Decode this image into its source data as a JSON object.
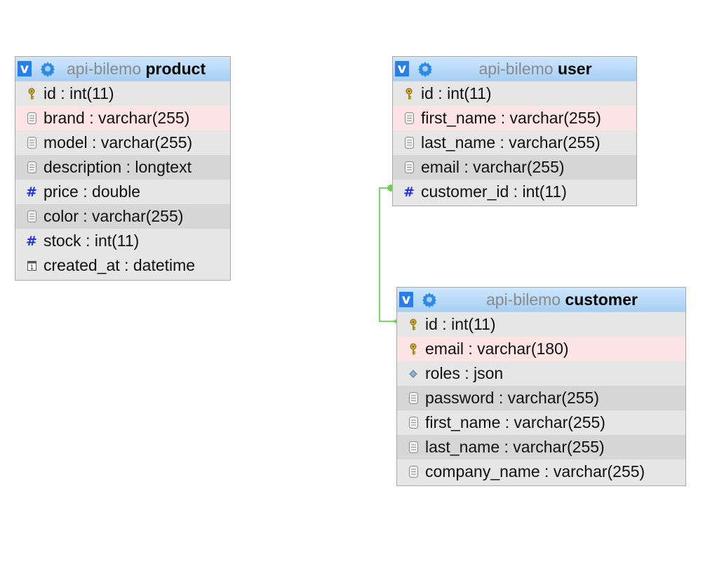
{
  "tables": {
    "product": {
      "toggle": "v",
      "db": "api-bilemo",
      "name": "product",
      "columns": [
        {
          "icon": "key-icon",
          "name": "id",
          "type": "int(11)"
        },
        {
          "icon": "field-icon",
          "name": "brand",
          "type": "varchar(255)"
        },
        {
          "icon": "field-icon",
          "name": "model",
          "type": "varchar(255)"
        },
        {
          "icon": "field-icon",
          "name": "description",
          "type": "longtext"
        },
        {
          "icon": "numeric-icon",
          "name": "price",
          "type": "double"
        },
        {
          "icon": "field-icon",
          "name": "color",
          "type": "varchar(255)"
        },
        {
          "icon": "numeric-icon",
          "name": "stock",
          "type": "int(11)"
        },
        {
          "icon": "calendar-icon",
          "name": "created_at",
          "type": "datetime"
        }
      ]
    },
    "user": {
      "toggle": "v",
      "db": "api-bilemo",
      "name": "user",
      "columns": [
        {
          "icon": "key-icon",
          "name": "id",
          "type": "int(11)"
        },
        {
          "icon": "field-icon",
          "name": "first_name",
          "type": "varchar(255)"
        },
        {
          "icon": "field-icon",
          "name": "last_name",
          "type": "varchar(255)"
        },
        {
          "icon": "field-icon",
          "name": "email",
          "type": "varchar(255)"
        },
        {
          "icon": "numeric-icon",
          "name": "customer_id",
          "type": "int(11)"
        }
      ]
    },
    "customer": {
      "toggle": "v",
      "db": "api-bilemo",
      "name": "customer",
      "columns": [
        {
          "icon": "key-icon",
          "name": "id",
          "type": "int(11)"
        },
        {
          "icon": "key-icon",
          "name": "email",
          "type": "varchar(180)"
        },
        {
          "icon": "json-icon",
          "name": "roles",
          "type": "json"
        },
        {
          "icon": "field-icon",
          "name": "password",
          "type": "varchar(255)"
        },
        {
          "icon": "field-icon",
          "name": "first_name",
          "type": "varchar(255)"
        },
        {
          "icon": "field-icon",
          "name": "last_name",
          "type": "varchar(255)"
        },
        {
          "icon": "field-icon",
          "name": "company_name",
          "type": "varchar(255)"
        }
      ]
    }
  },
  "relations": [
    {
      "from": "user.customer_id",
      "to": "customer.id"
    }
  ],
  "colors": {
    "header_accent": "#2a7ee6",
    "relation_line": "#7dd46b",
    "highlight_row": "#fce4e4",
    "db_name": "#8a8a8a"
  }
}
